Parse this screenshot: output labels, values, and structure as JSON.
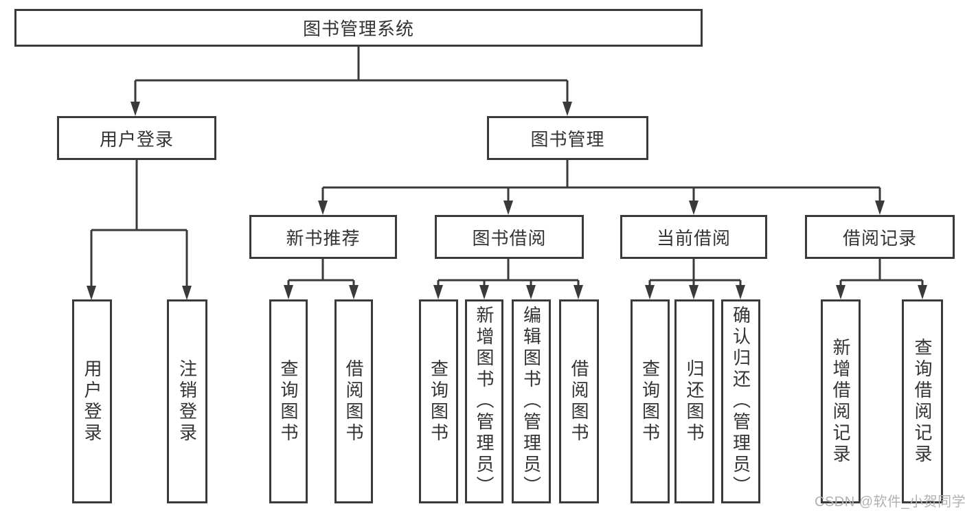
{
  "tree": {
    "root": {
      "label": "图书管理系统",
      "children": [
        {
          "label": "用户登录",
          "children": [
            {
              "label": "用户登录"
            },
            {
              "label": "注销登录"
            }
          ]
        },
        {
          "label": "图书管理",
          "children": [
            {
              "label": "新书推荐",
              "children": [
                {
                  "label": "查询图书"
                },
                {
                  "label": "借阅图书"
                }
              ]
            },
            {
              "label": "图书借阅",
              "children": [
                {
                  "label": "查询图书"
                },
                {
                  "label": "新增图书（管理员）"
                },
                {
                  "label": "编辑图书（管理员）"
                },
                {
                  "label": "借阅图书"
                }
              ]
            },
            {
              "label": "当前借阅",
              "children": [
                {
                  "label": "查询图书"
                },
                {
                  "label": "归还图书"
                },
                {
                  "label": "确认归还（管理员）"
                }
              ]
            },
            {
              "label": "借阅记录",
              "children": [
                {
                  "label": "新增借阅记录"
                },
                {
                  "label": "查询借阅记录"
                }
              ]
            }
          ]
        }
      ]
    }
  },
  "watermark": {
    "text": "CSDN @软件_小贺同学"
  },
  "colors": {
    "line": "#3a3a3a",
    "text": "#333333",
    "watermark": "#b1b1b1",
    "background": "#ffffff"
  }
}
